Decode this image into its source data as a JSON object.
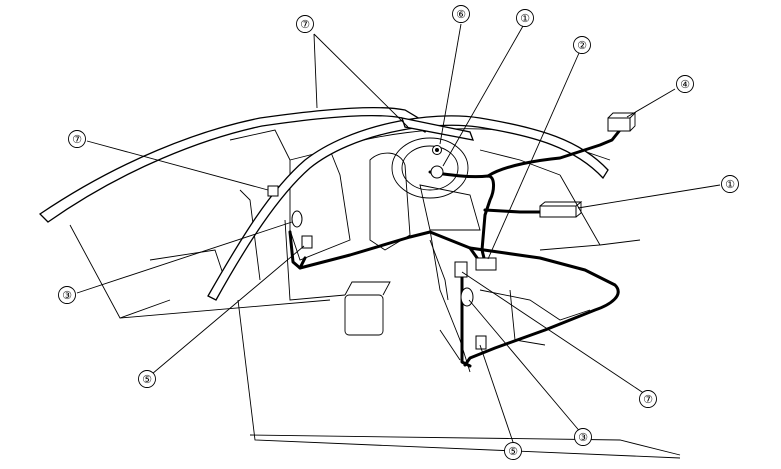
{
  "callouts": [
    {
      "id": "c7-top",
      "label": "⑦"
    },
    {
      "id": "c6",
      "label": "⑥"
    },
    {
      "id": "c1-top",
      "label": "①"
    },
    {
      "id": "c2",
      "label": "②"
    },
    {
      "id": "c4",
      "label": "④"
    },
    {
      "id": "c7-left",
      "label": "⑦"
    },
    {
      "id": "c1-right",
      "label": "①"
    },
    {
      "id": "c3-left",
      "label": "③"
    },
    {
      "id": "c5-left",
      "label": "⑤"
    },
    {
      "id": "c7-bottom",
      "label": "⑦"
    },
    {
      "id": "c3-bottom",
      "label": "③"
    },
    {
      "id": "c5-bottom",
      "label": "⑤"
    }
  ]
}
